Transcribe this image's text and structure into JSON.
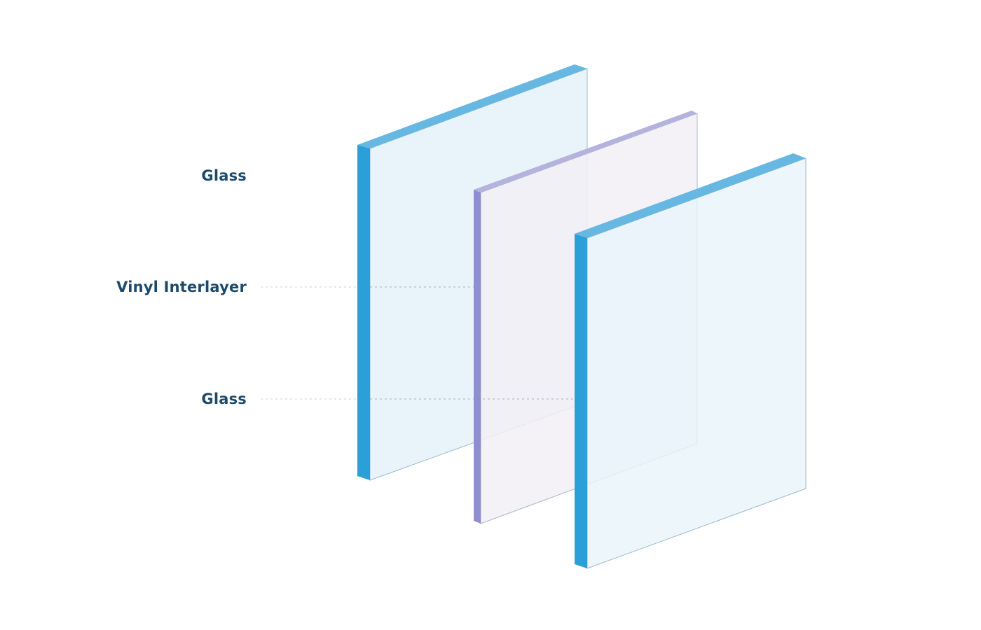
{
  "diagram": {
    "labels": {
      "top_glass": "Glass",
      "interlayer": "Vinyl Interlayer",
      "bottom_glass": "Glass"
    },
    "colors": {
      "glass_face": "#e8f4fa",
      "glass_edge": "#2a9fd8",
      "glass_edge_top": "#66b8e2",
      "interlayer_face": "#f2eff6",
      "interlayer_edge": "#8f8fcf",
      "interlayer_edge_top": "#b5b2de",
      "outline": "#9db9cc",
      "label_text": "#1d4a6b",
      "background": "#ffffff"
    }
  }
}
